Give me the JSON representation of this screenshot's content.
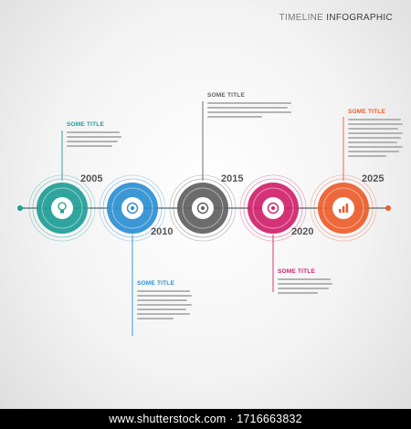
{
  "header": {
    "prefix": "TIMELINE",
    "title": "INFOGRAPHIC"
  },
  "steps": [
    {
      "year": "2005",
      "title": "SOME TITLE",
      "color": "#1d9d96",
      "icon": "lightbulb-icon"
    },
    {
      "year": "2010",
      "title": "SOME TITLE",
      "color": "#2b8ed1",
      "icon": "target-icon"
    },
    {
      "year": "2015",
      "title": "SOME TITLE",
      "color": "#5f5f5f",
      "icon": "target-icon"
    },
    {
      "year": "2020",
      "title": "SOME TITLE",
      "color": "#d0216b",
      "icon": "target-icon"
    },
    {
      "year": "2025",
      "title": "SOME TITLE",
      "color": "#eb5c2a",
      "icon": "bar-chart-icon"
    }
  ],
  "footer": {
    "text": "www.shutterstock.com · 1716663832"
  }
}
